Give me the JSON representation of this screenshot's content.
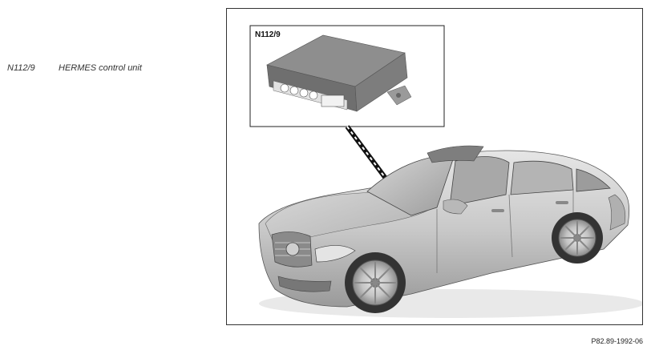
{
  "legend": {
    "items": [
      {
        "code": "N112/9",
        "description": "HERMES control unit"
      }
    ]
  },
  "figure": {
    "inset_label": "N112/9",
    "reference_number": "P82.89-1992-06"
  }
}
